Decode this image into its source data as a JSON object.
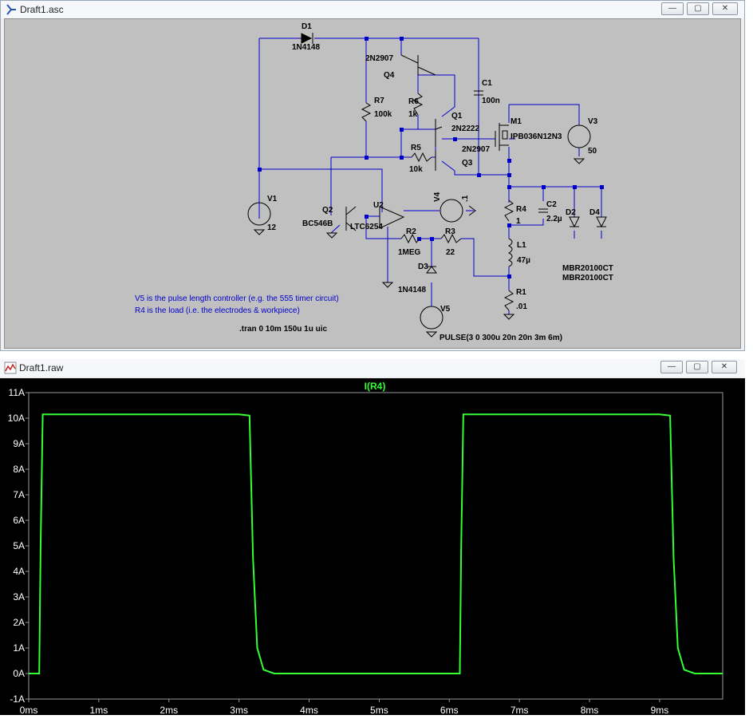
{
  "schematic_window": {
    "title": "Draft1.asc",
    "controls": {
      "minimize": "—",
      "maximize": "▢",
      "close": "✕"
    },
    "labels": {
      "D1": "D1",
      "D1_model": "1N4148",
      "Q4_model": "2N2907",
      "Q4": "Q4",
      "C1": "C1",
      "C1_value": "100n",
      "R7": "R7",
      "R7_value": "100k",
      "R6": "R6",
      "R6_value": "1k",
      "Q1": "Q1",
      "Q1_model": "2N2222",
      "M1": "M1",
      "M1_model": "IPB036N12N3",
      "V3": "V3",
      "V3_value": "50",
      "R5": "R5",
      "R5_value": "10k",
      "Q3_model": "2N2907",
      "Q3": "Q3",
      "V1": "V1",
      "V1_value": "12",
      "Q2": "Q2",
      "Q2_model": "BC546B",
      "U2": "U2",
      "U2_model": "LTC6254",
      "V4": "V4",
      "V4_value": ".1",
      "R4": "R4",
      "R4_value": "1",
      "C2": "C2",
      "C2_value": "2.2µ",
      "D2": "D2",
      "D4": "D4",
      "R2": "R2",
      "R2_value": "1MEG",
      "R3": "R3",
      "R3_value": "22",
      "L1": "L1",
      "L1_value": "47µ",
      "D3": "D3",
      "D3_model": "1N4148",
      "D24_model_a": "MBR20100CT",
      "D24_model_b": "MBR20100CT",
      "R1": "R1",
      "R1_value": ".01",
      "V5": "V5",
      "V5_value": "PULSE(3 0 300u 20n 20n 3m 6m)"
    },
    "comments": [
      "V5 is the pulse length controller (e.g. the 555 timer circuit)",
      "R4 is the load (i.e. the electrodes & workpiece)"
    ],
    "directive": ".tran 0 10m 150u 1u uic"
  },
  "plot_window": {
    "title": "Draft1.raw",
    "controls": {
      "minimize": "—",
      "maximize": "▢",
      "close": "✕"
    }
  },
  "colors": {
    "trace": "#33ff33",
    "wire": "#0000cc",
    "text_blue": "#0000cc",
    "grid": "#808080"
  },
  "chart_data": {
    "type": "line",
    "title": "",
    "series": [
      {
        "name": "I(R4)",
        "x_ms": [
          0,
          0.15,
          0.17,
          0.2,
          0.3,
          3.0,
          3.15,
          3.2,
          3.26,
          3.35,
          3.5,
          6.15,
          6.17,
          6.2,
          6.3,
          9.0,
          9.15,
          9.2,
          9.26,
          9.35,
          9.5,
          9.9
        ],
        "y_A": [
          0,
          0,
          5,
          10.15,
          10.15,
          10.15,
          10.1,
          4.5,
          1.0,
          0.15,
          0,
          0,
          5,
          10.15,
          10.15,
          10.15,
          10.1,
          4.5,
          1.0,
          0.15,
          0,
          0
        ]
      }
    ],
    "x_ticks": [
      "0ms",
      "1ms",
      "2ms",
      "3ms",
      "4ms",
      "5ms",
      "6ms",
      "7ms",
      "8ms",
      "9ms"
    ],
    "y_ticks": [
      "11A",
      "10A",
      "9A",
      "8A",
      "7A",
      "6A",
      "5A",
      "4A",
      "3A",
      "2A",
      "1A",
      "0A",
      "-1A"
    ],
    "xlim": [
      0,
      9.9
    ],
    "ylim": [
      -1,
      11
    ],
    "grid": false
  }
}
